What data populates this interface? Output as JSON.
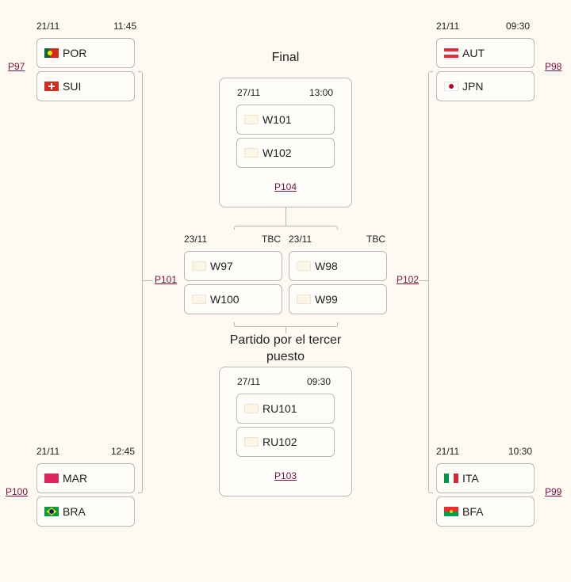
{
  "left_top": {
    "date": "21/11",
    "time": "11:45",
    "link": "P97",
    "team1": {
      "name": "POR",
      "flag": "flag-portugal"
    },
    "team2": {
      "name": "SUI",
      "flag": "flag-switzerland"
    }
  },
  "left_bottom": {
    "date": "21/11",
    "time": "12:45",
    "link": "P100",
    "team1": {
      "name": "MAR",
      "flag": "flag-morocco"
    },
    "team2": {
      "name": "BRA",
      "flag": "flag-brazil"
    }
  },
  "right_top": {
    "date": "21/11",
    "time": "09:30",
    "link": "P98",
    "team1": {
      "name": "AUT",
      "flag": "flag-austria"
    },
    "team2": {
      "name": "JPN",
      "flag": "flag-japan"
    }
  },
  "right_bottom": {
    "date": "21/11",
    "time": "10:30",
    "link": "P99",
    "team1": {
      "name": "ITA",
      "flag": "flag-italy"
    },
    "team2": {
      "name": "BFA",
      "flag": "flag-burkina-faso"
    }
  },
  "left_semi_link": "P101",
  "right_semi_link": "P102",
  "final": {
    "title": "Final",
    "date": "27/11",
    "time": "13:00",
    "team1": "W101",
    "team2": "W102",
    "link": "P104"
  },
  "semi_left": {
    "date": "23/11",
    "time": "TBC",
    "team1": "W97",
    "team2": "W100"
  },
  "semi_right": {
    "date": "23/11",
    "time": "TBC",
    "team1": "W98",
    "team2": "W99"
  },
  "third": {
    "title": "Partido por el tercer puesto",
    "date": "27/11",
    "time": "09:30",
    "team1": "RU101",
    "team2": "RU102",
    "link": "P103"
  },
  "colors": {
    "background": "#fef9f1",
    "link": "#7a1040",
    "border": "#b7b7b7"
  }
}
